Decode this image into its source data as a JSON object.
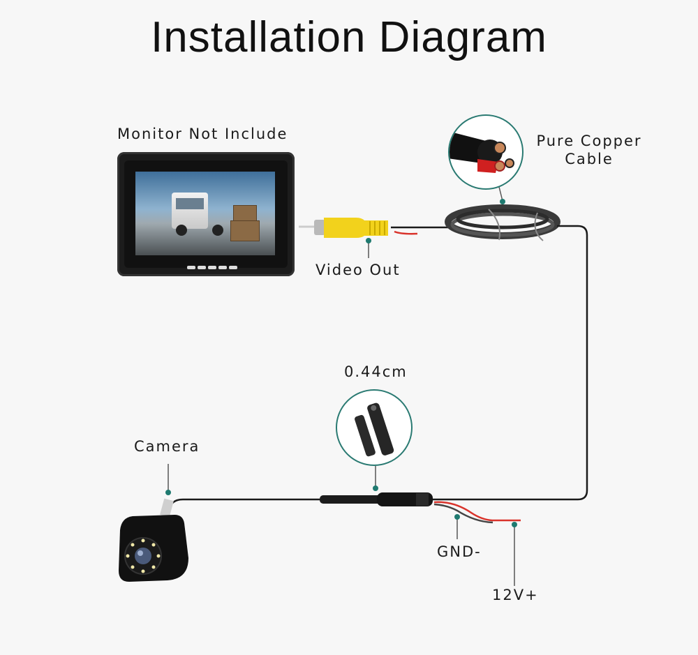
{
  "title": "Installation Diagram",
  "labels": {
    "monitor": "Monitor Not Include",
    "video_out": "Video Out",
    "cable_line1": "Pure Copper",
    "cable_line2": "Cable",
    "connector_size": "0.44cm",
    "camera": "Camera",
    "gnd": "GND-",
    "power": "12V+"
  },
  "colors": {
    "background": "#f7f7f7",
    "callout_dot": "#1f7a70",
    "callout_line": "#555555",
    "wire_black": "#1a1a1a",
    "wire_red": "#d9332b",
    "rca_yellow": "#f2d21c"
  },
  "components": [
    {
      "name": "Monitor",
      "note": "Monitor Not Include"
    },
    {
      "name": "RCA connector",
      "note": "Video Out"
    },
    {
      "name": "Extension cable",
      "note": "Pure Copper Cable"
    },
    {
      "name": "Connector",
      "note": "0.44cm"
    },
    {
      "name": "Camera",
      "note": "Camera"
    },
    {
      "name": "Ground wire",
      "note": "GND-"
    },
    {
      "name": "Power wire",
      "note": "12V+"
    }
  ]
}
